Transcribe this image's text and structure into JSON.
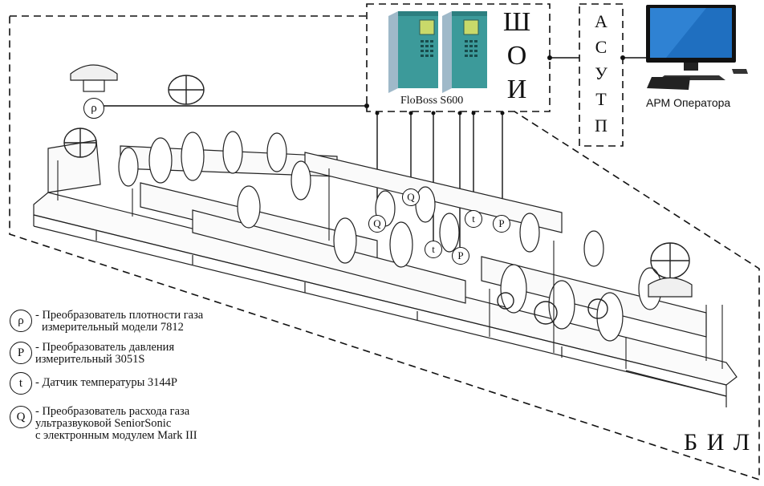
{
  "shoi": {
    "letters": [
      "Ш",
      "О",
      "И"
    ],
    "device_label": "FloBoss S600"
  },
  "asutp": {
    "letters": [
      "А",
      "С",
      "У",
      "Т",
      "П"
    ]
  },
  "arm": {
    "label": "АРМ Оператора"
  },
  "bil": {
    "label": "Б И Л"
  },
  "sensors": [
    {
      "symbol": "ρ"
    },
    {
      "symbol": "Q"
    },
    {
      "symbol": "Q"
    },
    {
      "symbol": "t"
    },
    {
      "symbol": "t"
    },
    {
      "symbol": "P"
    },
    {
      "symbol": "P"
    }
  ],
  "legend": [
    {
      "symbol": "ρ",
      "lines": [
        "- Преобразователь плотности газа",
        "  измерительный модели 7812"
      ]
    },
    {
      "symbol": "P",
      "lines": [
        "- Преобразователь давления",
        "  измерительный 3051S"
      ]
    },
    {
      "symbol": "t",
      "lines": [
        "- Датчик температуры 3144P"
      ]
    },
    {
      "symbol": "Q",
      "lines": [
        "- Преобразователь расхода газа",
        "  ультразвуковой SeniorSonic",
        "  с электронным модулем Mark III"
      ]
    }
  ],
  "colors": {
    "cabinet": "#3c9a9a",
    "cabinet_light": "#9fb9c9",
    "screen": "#c9d96a",
    "monitor_screen": "#1f6fc0"
  }
}
